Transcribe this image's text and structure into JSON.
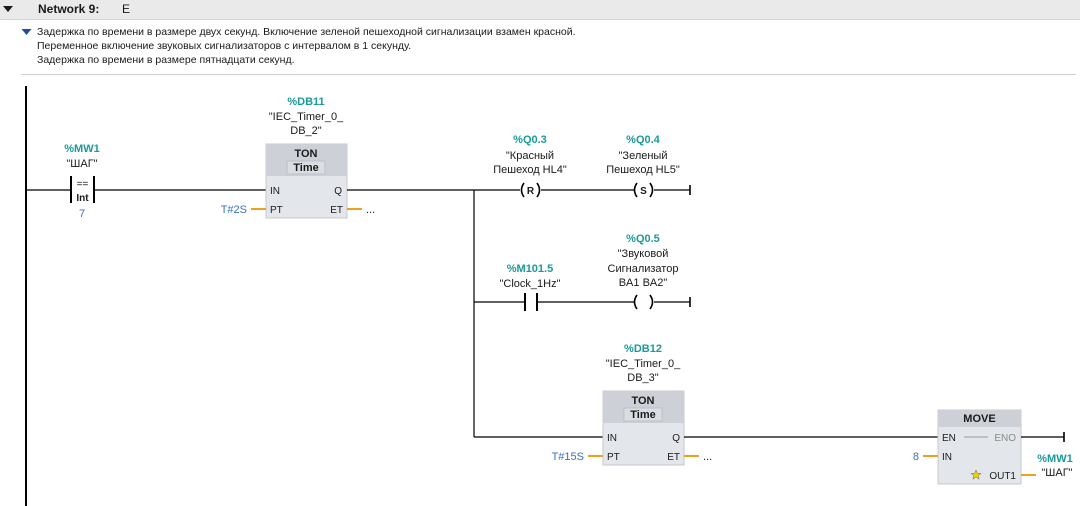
{
  "network": {
    "title": "Network 9:",
    "name": "E",
    "comment_lines": [
      "Задержка по времени в размере двух секунд. Включение зеленой пешеходной сигнализации взамен красной.",
      "Переменное включение звуковых сигнализаторов с интервалом в 1 секунду.",
      "Задержка по времени в размере пятнадцати секунд."
    ]
  },
  "compare": {
    "address": "%MW1",
    "tag": "\"ШАГ\"",
    "op": "==",
    "type": "Int",
    "value": "7"
  },
  "timer1": {
    "db_address": "%DB11",
    "db_name_1": "\"IEC_Timer_0_",
    "db_name_2": "DB_2\"",
    "block": "TON",
    "subtype": "Time",
    "in": "IN",
    "q": "Q",
    "pt": "PT",
    "et": "ET",
    "pt_value": "T#2S",
    "et_value": "..."
  },
  "coil_reset": {
    "address": "%Q0.3",
    "name_1": "\"Красный",
    "name_2": "Пешеход HL4\"",
    "symbol": "R"
  },
  "coil_set": {
    "address": "%Q0.4",
    "name_1": "\"Зеленый",
    "name_2": "Пешеход HL5\"",
    "symbol": "S"
  },
  "clock_contact": {
    "address": "%M101.5",
    "name": "\"Clock_1Hz\""
  },
  "buzzer_coil": {
    "address": "%Q0.5",
    "name_1": "\"Звуковой",
    "name_2": "Сигнализатор",
    "name_3": "BA1 BA2\""
  },
  "timer2": {
    "db_address": "%DB12",
    "db_name_1": "\"IEC_Timer_0_",
    "db_name_2": "DB_3\"",
    "block": "TON",
    "subtype": "Time",
    "in": "IN",
    "q": "Q",
    "pt": "PT",
    "et": "ET",
    "pt_value": "T#15S",
    "et_value": "..."
  },
  "move": {
    "block": "MOVE",
    "en": "EN",
    "eno": "ENO",
    "in": "IN",
    "out": "OUT1",
    "in_value": "8",
    "out_address": "%MW1",
    "out_tag": "\"ШАГ\""
  },
  "colors": {
    "address": "#1a9a9a",
    "constant": "#3a6ec8",
    "block_fill": "#e3e6ea",
    "block_header": "#cdd1d7",
    "pin": "#f0a020"
  }
}
